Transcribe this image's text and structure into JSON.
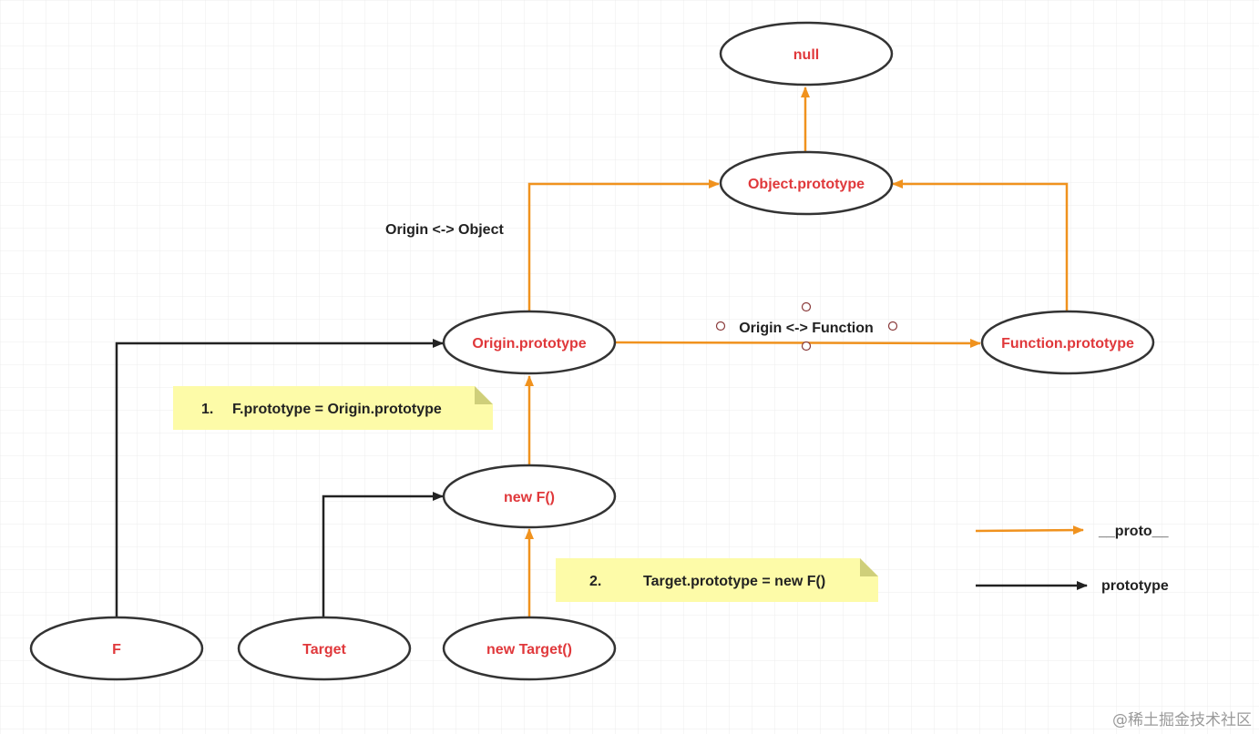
{
  "nodes": {
    "null": "null",
    "object_prototype": "Object.prototype",
    "origin_prototype": "Origin.prototype",
    "function_prototype": "Function.prototype",
    "new_f": "new F()",
    "f": "F",
    "target": "Target",
    "new_target": "new Target()"
  },
  "labels": {
    "origin_object": "Origin <-> Object",
    "origin_function": "Origin <-> Function"
  },
  "notes": [
    {
      "number": "1.",
      "text": "F.prototype = Origin.prototype"
    },
    {
      "number": "2.",
      "text": "Target.prototype = new F()"
    }
  ],
  "legend": {
    "proto": "__proto__",
    "prototype": "prototype"
  },
  "watermark": "@稀土掘金技术社区",
  "colors": {
    "proto_arrow": "#f0921e",
    "prototype_arrow": "#222222",
    "node_text": "#e0383b",
    "note_bg": "#fdfba8",
    "note_fold": "#cfcf7a",
    "grid_line": "#ececec"
  }
}
